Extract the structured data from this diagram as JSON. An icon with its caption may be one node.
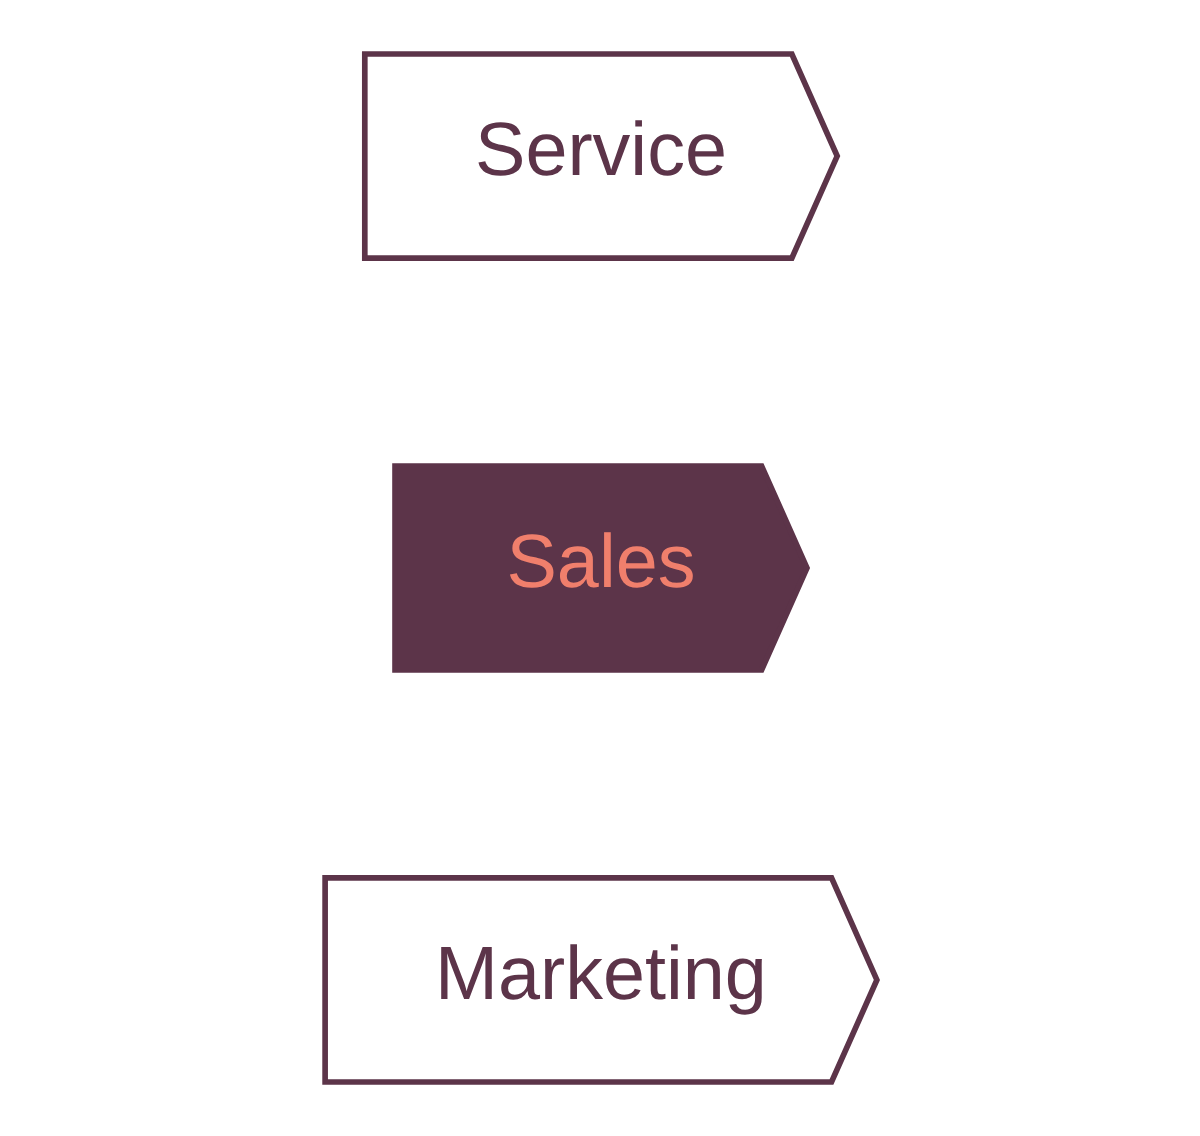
{
  "diagram": {
    "nodes": [
      {
        "text": [
          "Marketing"
        ]
      },
      {
        "text": [
          "Sales"
        ]
      },
      {
        "text": [
          "Service"
        ]
      }
    ]
  }
}
